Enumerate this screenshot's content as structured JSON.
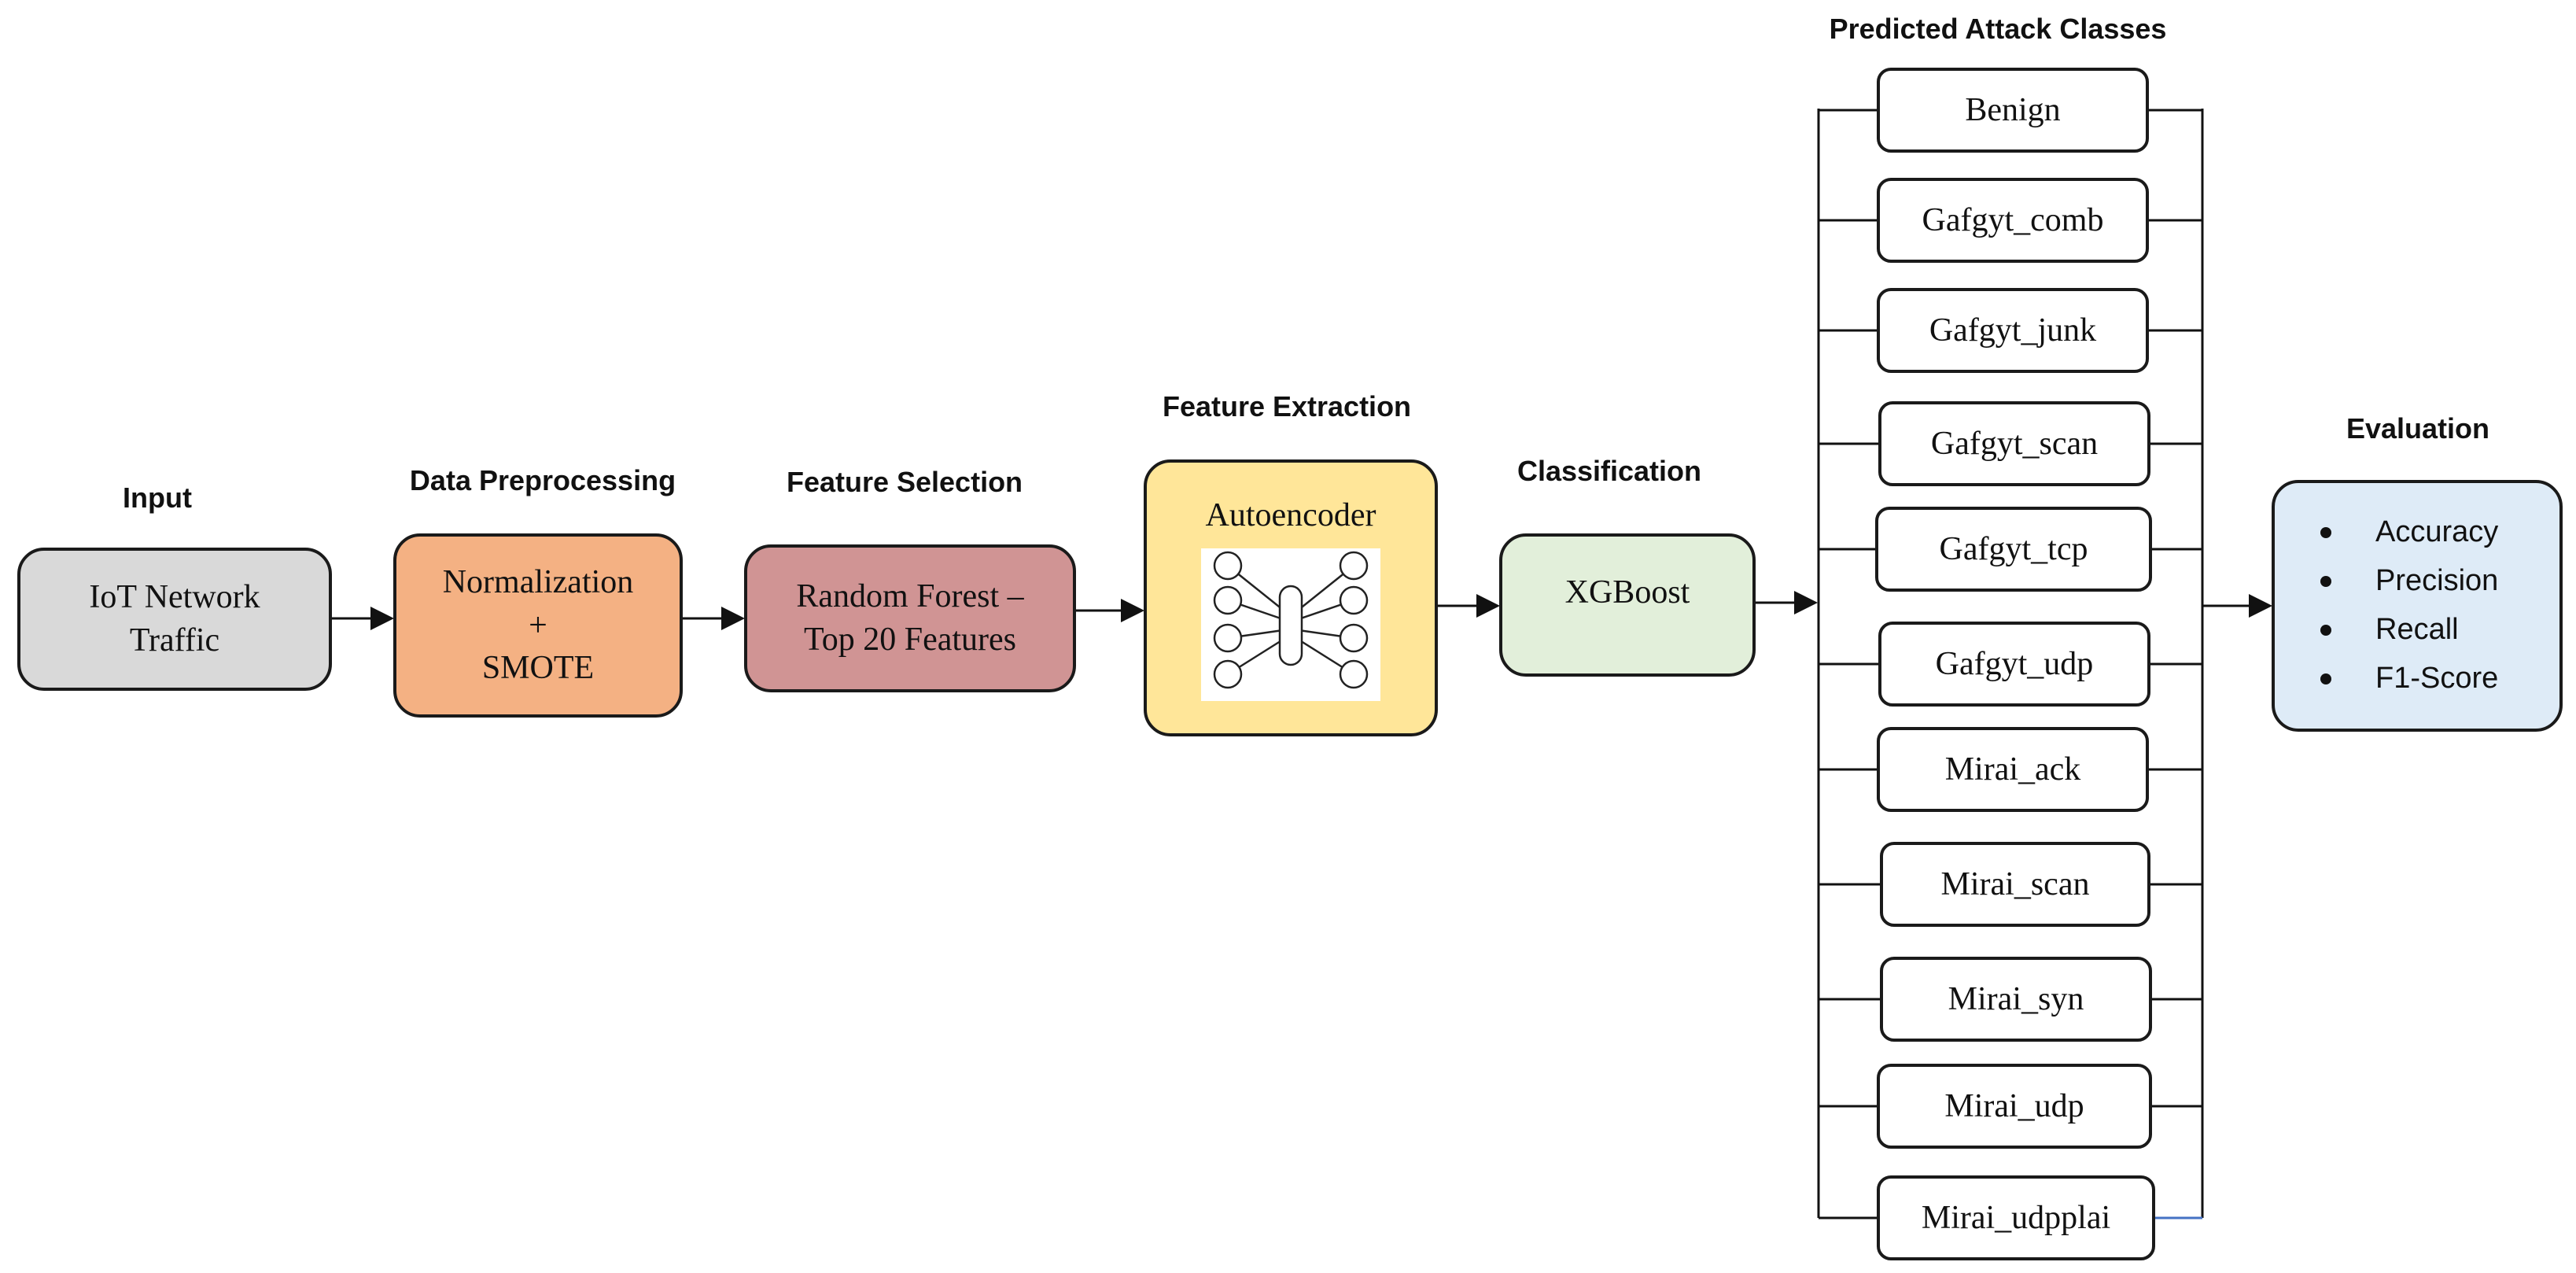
{
  "stages": {
    "input": {
      "label": "Input",
      "lines": [
        "IoT Network",
        "Traffic"
      ],
      "color": "#d9d9d9"
    },
    "preprocessing": {
      "label": "Data Preprocessing",
      "lines": [
        "Normalization",
        "+",
        "SMOTE"
      ],
      "color": "#f4b183"
    },
    "selection": {
      "label": "Feature Selection",
      "lines": [
        "Random Forest –",
        "Top 20 Features"
      ],
      "color": "#d09494"
    },
    "extraction": {
      "label": "Feature Extraction",
      "title": "Autoencoder",
      "image_icon": "autoencoder-network-icon",
      "color": "#ffe699"
    },
    "classification": {
      "label": "Classification",
      "title": "XGBoost",
      "color": "#e2efda"
    },
    "evaluation": {
      "label": "Evaluation",
      "metrics": [
        "Accuracy",
        "Precision",
        "Recall",
        "F1-Score"
      ],
      "color": "#deebf7"
    }
  },
  "predicted": {
    "label": "Predicted Attack Classes",
    "classes": [
      "Benign",
      "Gafgyt_comb",
      "Gafgyt_junk",
      "Gafgyt_scan",
      "Gafgyt_tcp",
      "Gafgyt_udp",
      "Mirai_ack",
      "Mirai_scan",
      "Mirai_syn",
      "Mirai_udp",
      "Mirai_udpplai"
    ]
  },
  "colors": {
    "line": "#111111",
    "accent_line": "#4472c4"
  }
}
